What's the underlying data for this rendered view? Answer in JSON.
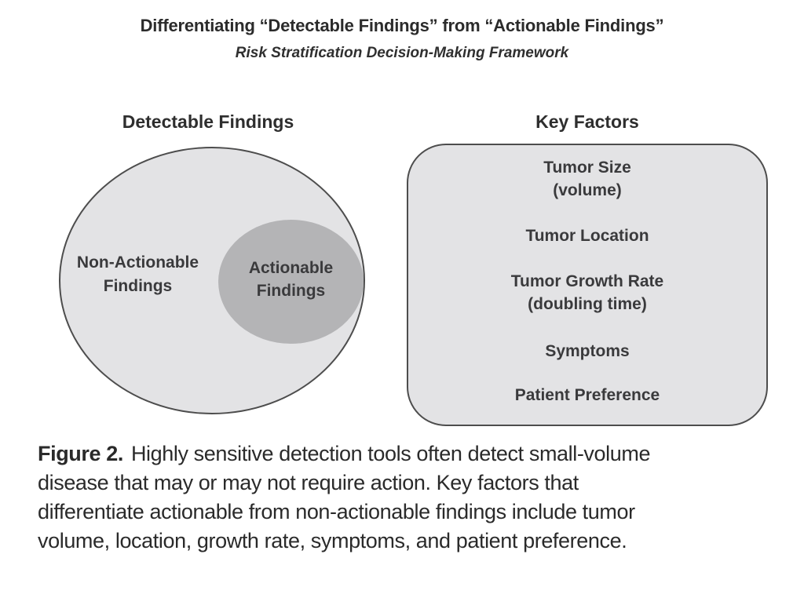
{
  "title": "Differentiating “Detectable Findings” from “Actionable Findings”",
  "subtitle": "Risk Stratification Decision-Making Framework",
  "venn": {
    "heading": "Detectable Findings",
    "outer_label_line1": "Non-Actionable",
    "outer_label_line2": "Findings",
    "inner_label_line1": "Actionable",
    "inner_label_line2": "Findings"
  },
  "key_factors": {
    "heading": "Key Factors",
    "items": [
      {
        "main": "Tumor Size",
        "sub": "(volume)"
      },
      {
        "main": "Tumor Location"
      },
      {
        "main": "Tumor Growth Rate",
        "sub": "(doubling time)"
      },
      {
        "main": "Symptoms"
      },
      {
        "main": "Patient Preference"
      }
    ]
  },
  "caption": {
    "label": "Figure 2.",
    "lines": [
      "Highly sensitive detection tools often detect small-volume",
      "disease that may or may not require action. Key factors that",
      "differentiate actionable from non-actionable findings include tumor",
      "volume, location, growth rate, symptoms, and patient preference."
    ]
  },
  "colors": {
    "outer_ellipse_fill": "#e3e3e5",
    "inner_ellipse_fill": "#b4b4b6",
    "box_fill": "#e3e3e5",
    "shape_border": "#4d4d4d",
    "label_text": "#3a3a3c",
    "background": "#ffffff"
  }
}
